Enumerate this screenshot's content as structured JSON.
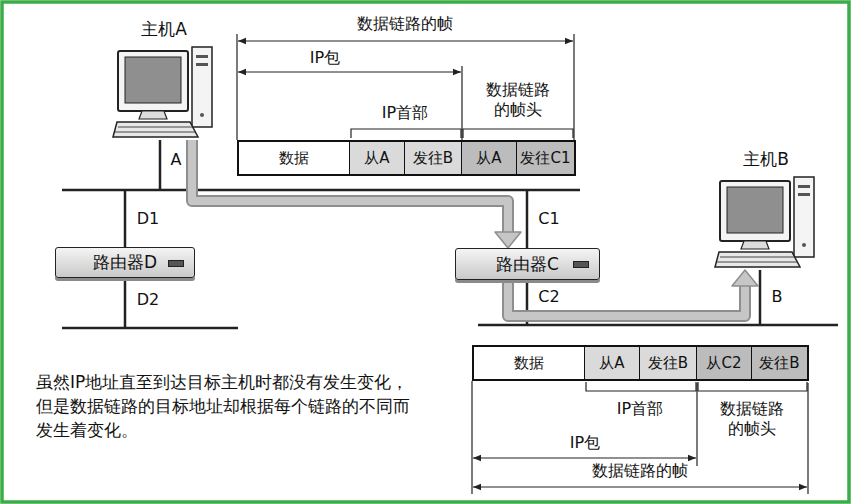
{
  "diagram": {
    "caption": "虽然IP地址直至到达目标主机时都没有发生变化， 但是数据链路的目标地址却根据每个链路的不同而 发生着变化。",
    "nodes": [
      {
        "text": [
          "主机A"
        ]
      },
      {
        "text": [
          "数据"
        ]
      },
      {
        "text": [
          "从A"
        ]
      },
      {
        "text": [
          "发往B"
        ]
      },
      {
        "text": [
          "从A"
        ]
      },
      {
        "text": [
          "发往C1"
        ]
      },
      {
        "text": [
          "路由器D"
        ]
      },
      {
        "text": [
          "路由器C"
        ]
      },
      {
        "text": [
          "主机B"
        ]
      },
      {
        "text": [
          "数据"
        ]
      },
      {
        "text": [
          "从A"
        ]
      },
      {
        "text": [
          "发往B"
        ]
      },
      {
        "text": [
          "从C2"
        ]
      },
      {
        "text": [
          "发往B"
        ]
      }
    ],
    "edges": [
      {
        "from": 0,
        "to": 7,
        "arrow": "to"
      },
      {
        "from": 7,
        "to": 8,
        "arrow": "to"
      }
    ],
    "labels": [
      "数据链路的帧",
      "IP包",
      "数据链路 的帧头",
      "IP首部",
      "A",
      "D1",
      "C1",
      "D2",
      "C2",
      "B",
      "IP首部",
      "数据链路 的帧头",
      "IP包",
      "数据链路的帧"
    ]
  }
}
